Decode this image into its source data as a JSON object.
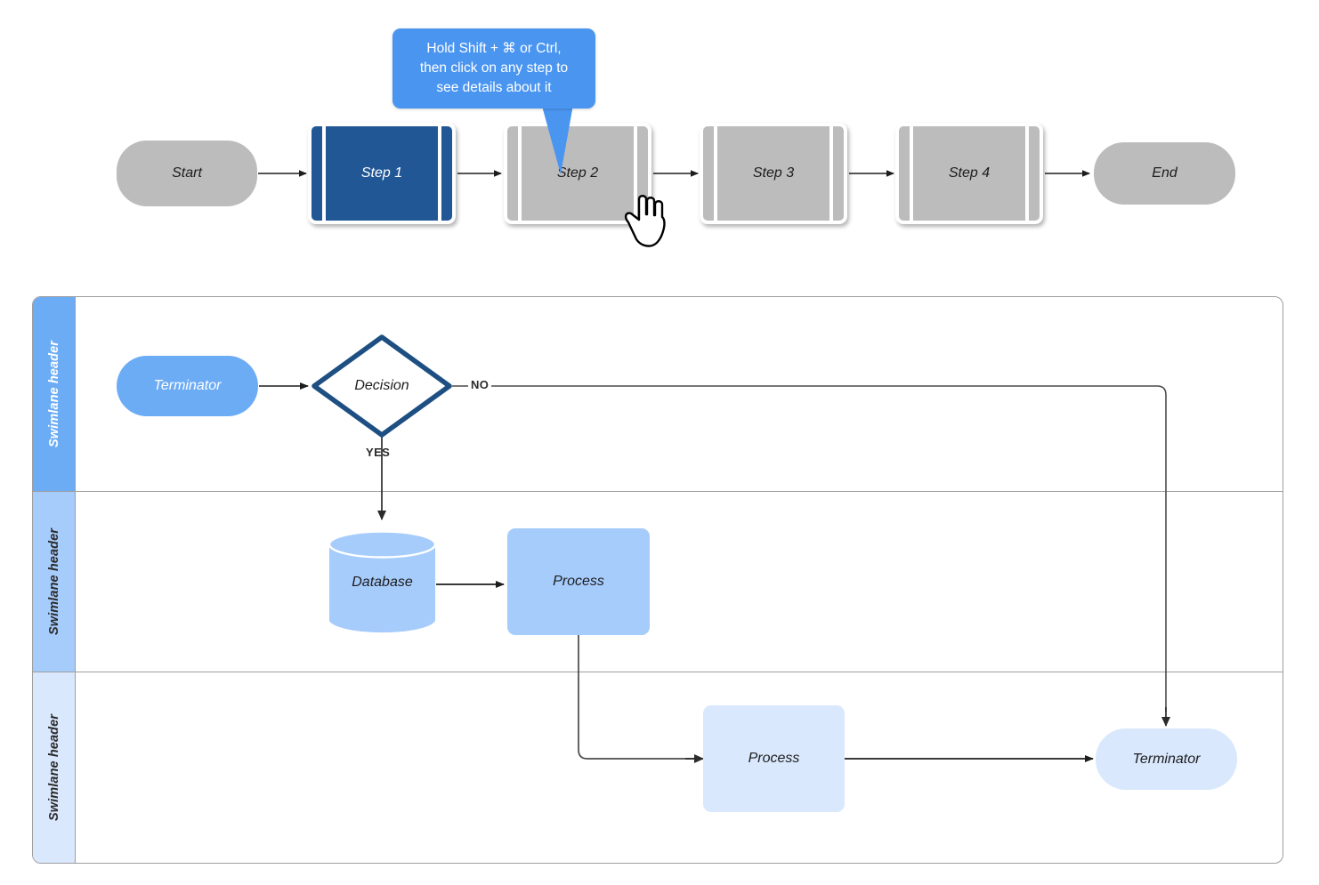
{
  "tooltip": {
    "line1": "Hold Shift + ⌘ or Ctrl,",
    "line2": "then click on any step to",
    "line3": "see details about it",
    "color": "#4a95f0"
  },
  "stepflow": {
    "start_label": "Start",
    "end_label": "End",
    "steps": [
      {
        "label": "Step 1",
        "selected": true
      },
      {
        "label": "Step 2",
        "selected": false
      },
      {
        "label": "Step 3",
        "selected": false
      },
      {
        "label": "Step 4",
        "selected": false
      }
    ],
    "selected_color": "#215795",
    "unselected_color": "#bcbcbc"
  },
  "swimlanes": {
    "lanes": [
      {
        "header": "Swimlane header",
        "header_bg": "#6cacf5",
        "header_fg": "#ffffff"
      },
      {
        "header": "Swimlane header",
        "header_bg": "#a6ccfc",
        "header_fg": "#2b2b2b"
      },
      {
        "header": "Swimlane header",
        "header_bg": "#d9e8fd",
        "header_fg": "#2b2b2b"
      }
    ],
    "shapes": {
      "terminator_top": {
        "label": "Terminator",
        "fill": "#6cacf5",
        "fg": "#ffffff"
      },
      "decision": {
        "label": "Decision",
        "fill": "#ffffff",
        "stroke": "#1d4f82",
        "fg": "#1d1d1d"
      },
      "database": {
        "label": "Database",
        "fill": "#a6ccfc",
        "fg": "#1d1d1d"
      },
      "process_mid": {
        "label": "Process",
        "fill": "#a6ccfc",
        "fg": "#1d1d1d"
      },
      "process_bottom": {
        "label": "Process",
        "fill": "#d9e8fd",
        "fg": "#1d1d1d"
      },
      "terminator_bottom": {
        "label": "Terminator",
        "fill": "#d9e8fd",
        "fg": "#1d1d1d"
      }
    },
    "edge_labels": {
      "yes": "YES",
      "no": "NO"
    }
  }
}
